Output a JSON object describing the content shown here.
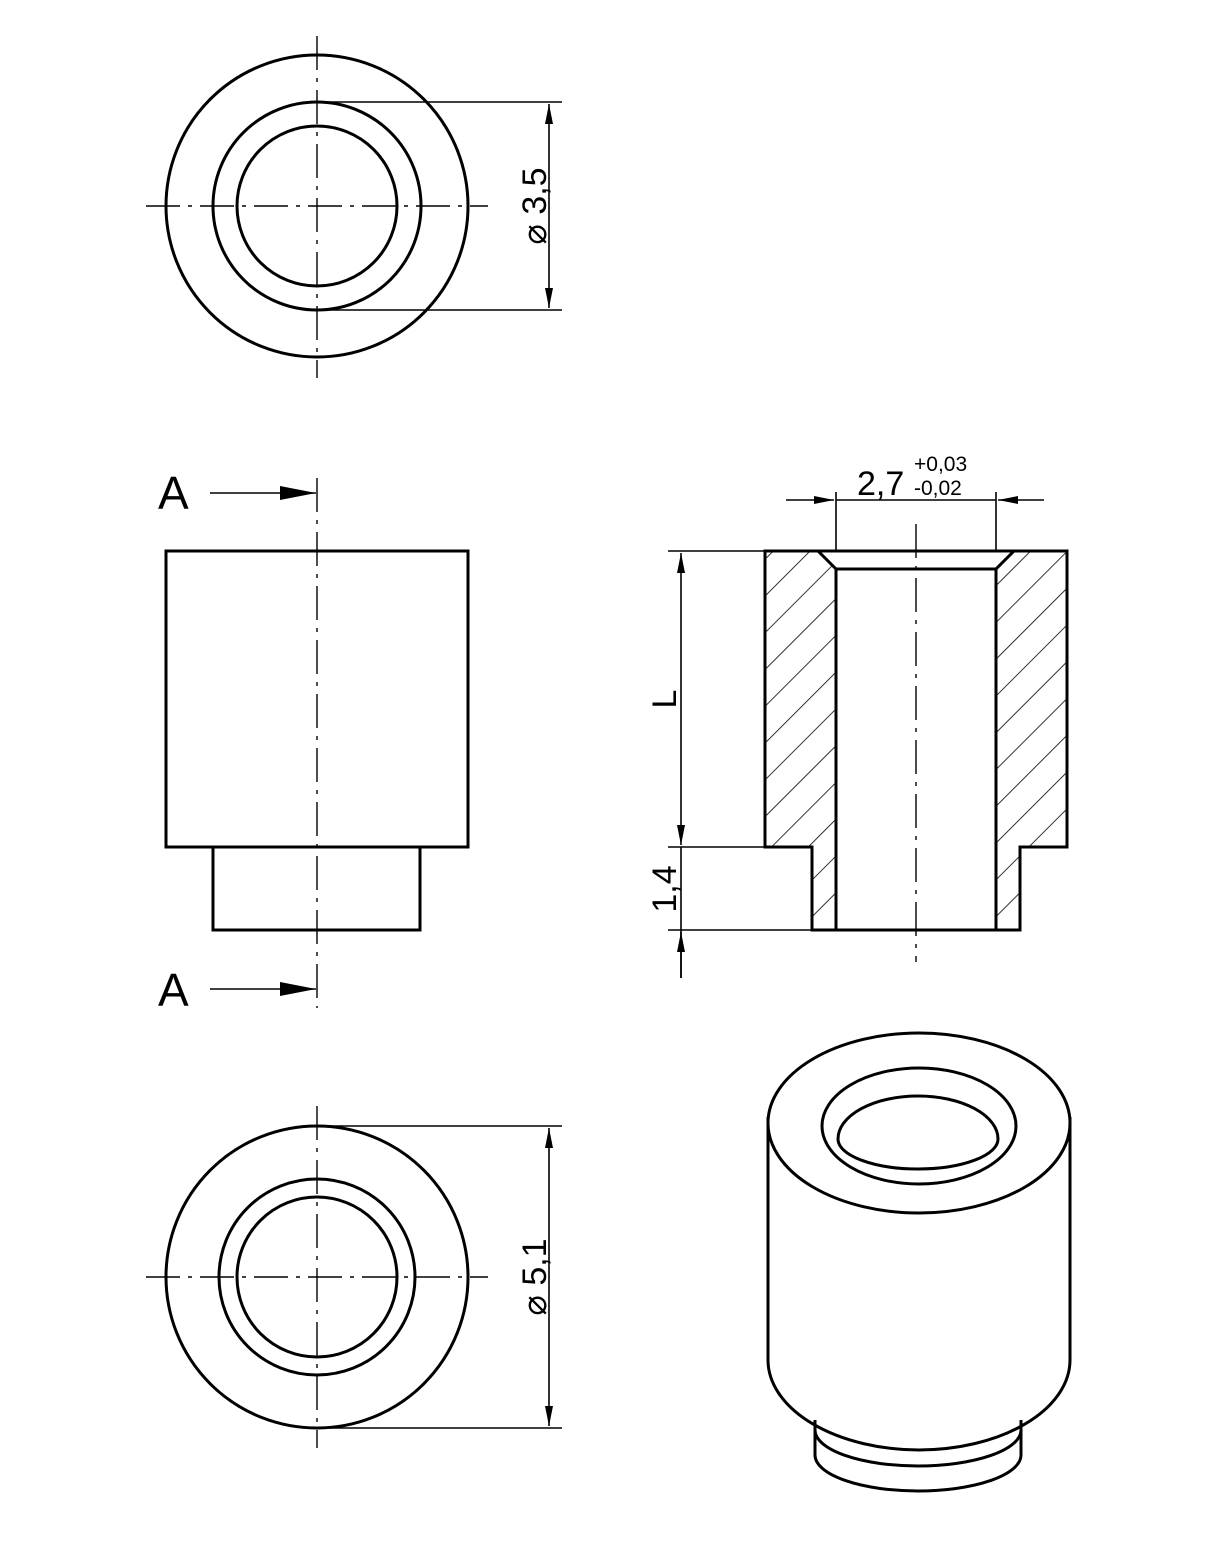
{
  "views": {
    "top_view": {
      "diameter_label": "⌀ 3,5"
    },
    "bottom_view": {
      "diameter_label": "⌀ 5,1"
    },
    "side_view": {
      "section_marker_top": "A",
      "section_marker_bottom": "A"
    },
    "section_view": {
      "bore_label": "2,7",
      "bore_tol_upper": "+0,03",
      "bore_tol_lower": "-0,02",
      "length_label": "L",
      "step_label": "1,4"
    }
  },
  "colors": {
    "line": "#000000",
    "background": "#ffffff"
  }
}
